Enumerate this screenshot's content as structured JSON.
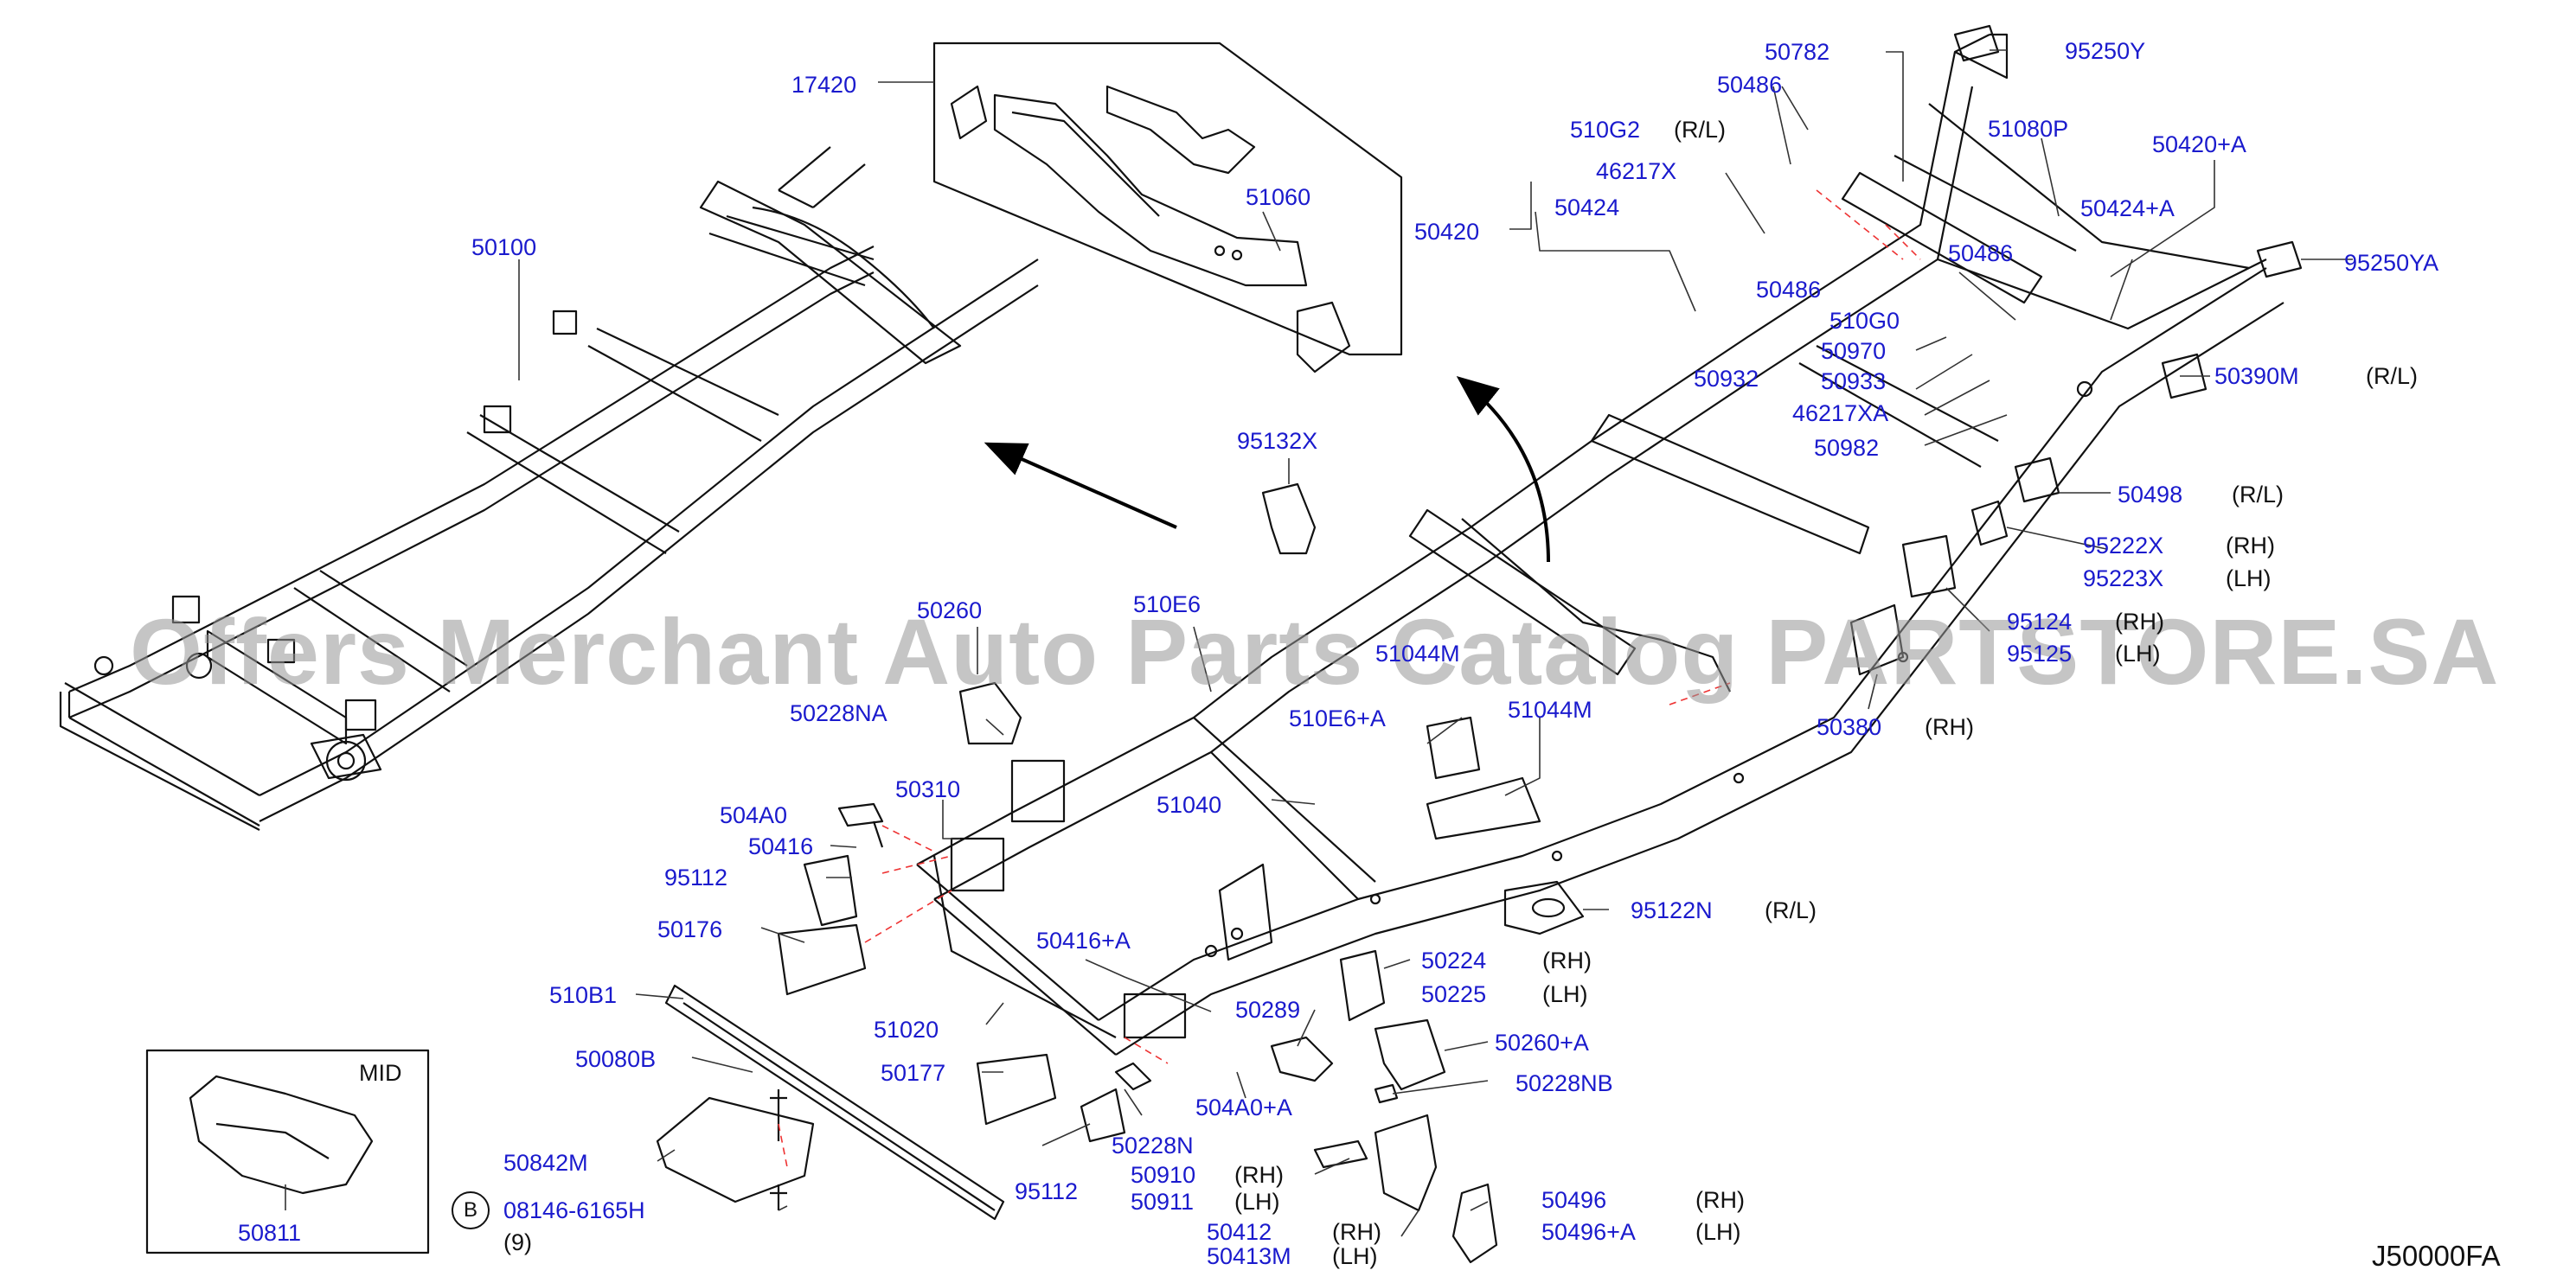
{
  "watermark": "Offers Merchant Auto Parts Catalog PARTSTORE.SA",
  "diagram_code": "J50000FA",
  "inset_title": "MID",
  "bolt_marker": "B",
  "parts": [
    {
      "id": "p17420",
      "label": "17420"
    },
    {
      "id": "p51060",
      "label": "51060"
    },
    {
      "id": "p50420",
      "label": "50420"
    },
    {
      "id": "p50100",
      "label": "50100"
    },
    {
      "id": "p50782",
      "label": "50782"
    },
    {
      "id": "p95250y",
      "label": "95250Y"
    },
    {
      "id": "p50486a",
      "label": "50486"
    },
    {
      "id": "p51080p",
      "label": "51080P"
    },
    {
      "id": "p510g2",
      "label": "510G2",
      "side": "(R/L)"
    },
    {
      "id": "p50420a",
      "label": "50420+A"
    },
    {
      "id": "p46217x",
      "label": "46217X"
    },
    {
      "id": "p50424a",
      "label": "50424+A"
    },
    {
      "id": "p50424",
      "label": "50424"
    },
    {
      "id": "p50486b",
      "label": "50486"
    },
    {
      "id": "p95250ya",
      "label": "95250YA"
    },
    {
      "id": "p50486c",
      "label": "50486"
    },
    {
      "id": "p510g0",
      "label": "510G0"
    },
    {
      "id": "p50970",
      "label": "50970"
    },
    {
      "id": "p50932",
      "label": "50932"
    },
    {
      "id": "p50933",
      "label": "50933"
    },
    {
      "id": "p50390m",
      "label": "50390M",
      "side": "(R/L)"
    },
    {
      "id": "p46217xa",
      "label": "46217XA"
    },
    {
      "id": "p50982",
      "label": "50982"
    },
    {
      "id": "p95132x",
      "label": "95132X"
    },
    {
      "id": "p50498",
      "label": "50498",
      "side": "(R/L)"
    },
    {
      "id": "p95222x",
      "label": "95222X",
      "side": "(RH)"
    },
    {
      "id": "p95223x",
      "label": "95223X",
      "side": "(LH)"
    },
    {
      "id": "p510e6",
      "label": "510E6"
    },
    {
      "id": "p50260",
      "label": "50260"
    },
    {
      "id": "p51044m_a",
      "label": "51044M"
    },
    {
      "id": "p95124",
      "label": "95124",
      "side": "(RH)"
    },
    {
      "id": "p95125",
      "label": "95125",
      "side": "(LH)"
    },
    {
      "id": "p50380",
      "label": "50380",
      "side": "(RH)"
    },
    {
      "id": "p50228na",
      "label": "50228NA"
    },
    {
      "id": "p510e6a",
      "label": "510E6+A"
    },
    {
      "id": "p51044m_b",
      "label": "51044M"
    },
    {
      "id": "p50310",
      "label": "50310"
    },
    {
      "id": "p504a0",
      "label": "504A0"
    },
    {
      "id": "p51040",
      "label": "51040"
    },
    {
      "id": "p50416",
      "label": "50416"
    },
    {
      "id": "p95112a",
      "label": "95112"
    },
    {
      "id": "p95122n",
      "label": "95122N",
      "side": "(R/L)"
    },
    {
      "id": "p50176",
      "label": "50176"
    },
    {
      "id": "p50416a",
      "label": "50416+A"
    },
    {
      "id": "p50224",
      "label": "50224",
      "side": "(RH)"
    },
    {
      "id": "p50225",
      "label": "50225",
      "side": "(LH)"
    },
    {
      "id": "p510b1",
      "label": "510B1"
    },
    {
      "id": "p51020",
      "label": "51020"
    },
    {
      "id": "p50289",
      "label": "50289"
    },
    {
      "id": "p50080b",
      "label": "50080B"
    },
    {
      "id": "p50260a",
      "label": "50260+A"
    },
    {
      "id": "p50177",
      "label": "50177"
    },
    {
      "id": "p50228nb",
      "label": "50228NB"
    },
    {
      "id": "p504a0a",
      "label": "504A0+A"
    },
    {
      "id": "p50228n",
      "label": "50228N"
    },
    {
      "id": "p50842m",
      "label": "50842M"
    },
    {
      "id": "p50910",
      "label": "50910",
      "side": "(RH)"
    },
    {
      "id": "p95112b",
      "label": "95112"
    },
    {
      "id": "p50911",
      "label": "50911",
      "side": "(LH)"
    },
    {
      "id": "p50496",
      "label": "50496",
      "side": "(RH)"
    },
    {
      "id": "p08146",
      "label": "08146-6165H",
      "side": "(9)"
    },
    {
      "id": "p50412",
      "label": "50412",
      "side": "(RH)"
    },
    {
      "id": "p50496a",
      "label": "50496+A",
      "side": "(LH)"
    },
    {
      "id": "p50811",
      "label": "50811"
    },
    {
      "id": "p50413m",
      "label": "50413M",
      "side": "(LH)"
    }
  ]
}
